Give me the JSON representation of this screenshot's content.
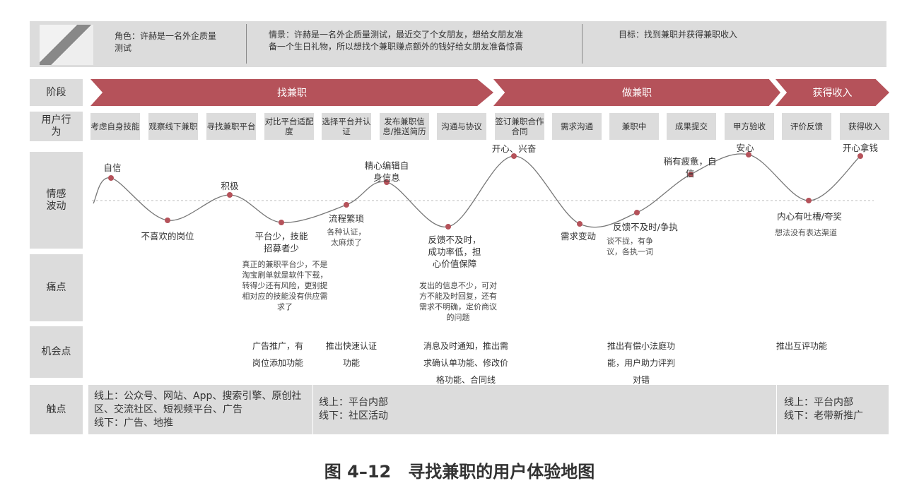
{
  "header": {
    "role": "角色：许赫是一名外企质量测试",
    "scene_line1": "情景：许赫是一名外企质量测试，最近交了个女朋友，想给女朋友准",
    "scene_line2": "备一个生日礼物，所以想找个兼职赚点额外的钱好给女朋友准备惊喜",
    "goal": "目标：找到兼职并获得兼职收入"
  },
  "row_labels": {
    "stage": "阶段",
    "behavior": "用户行为",
    "emotion": "情感波动",
    "pain": "痛点",
    "opportunity": "机会点",
    "touchpoint": "触点"
  },
  "stages": [
    "找兼职",
    "做兼职",
    "获得收入"
  ],
  "behaviors": [
    "考虑自身技能",
    "观察线下兼职",
    "寻找兼职平台",
    "对比平台适配度",
    "选择平台并认证",
    "发布兼职信息/推送简历",
    "沟通与协议",
    "签订兼职合作合同",
    "需求沟通",
    "兼职中",
    "成果提交",
    "甲方验收",
    "评价反馈",
    "获得收入"
  ],
  "emotions": [
    "自信",
    "不喜欢的岗位",
    "积极",
    "平台少，技能招募者少",
    "流程繁琐",
    "精心编辑自身信息",
    "反馈不及时，成功率低，担心价值保障",
    "开心、兴奋",
    "需求变动",
    "反馈不及时/争执",
    "稍有疲惫，自信",
    "安心",
    "内心有吐槽/夸奖",
    "开心拿钱"
  ],
  "emotion_notes": {
    "process": "各种认证，太麻烦了",
    "dispute": "谈不拢，有争议，各执一词",
    "feedback": "想法没有表达渠道"
  },
  "pains": [
    "真正的兼职平台少，不是淘宝刷单就是软件下载，转得少还有风险，更别提相对应的技能没有供应需求了",
    "发出的信息不少，可对方不能及时回复，还有需求不明确，定价商议的问题"
  ],
  "opportunities": [
    "广告推广，有岗位添加功能",
    "推出快速认证功能",
    "消息及时通知，推出需求确认单功能、修改价格功能、合同线",
    "推出有偿小法庭功能，用户助力评判对错",
    "推出互评功能"
  ],
  "touchpoints": [
    {
      "online": "线上：公众号、网站、App、搜索引擎、原创社区、交流社区、短视频平台、广告",
      "offline": "线下：广告、地推"
    },
    {
      "online": "线上：平台内部",
      "offline": "线下：社区活动"
    },
    {
      "online": "线上：平台内部",
      "offline": "线下：老带新推广"
    }
  ],
  "caption": "图 4–12　寻找兼职的用户体验地图",
  "colors": {
    "accent": "#b5525a",
    "panel": "#dcdcdc"
  }
}
